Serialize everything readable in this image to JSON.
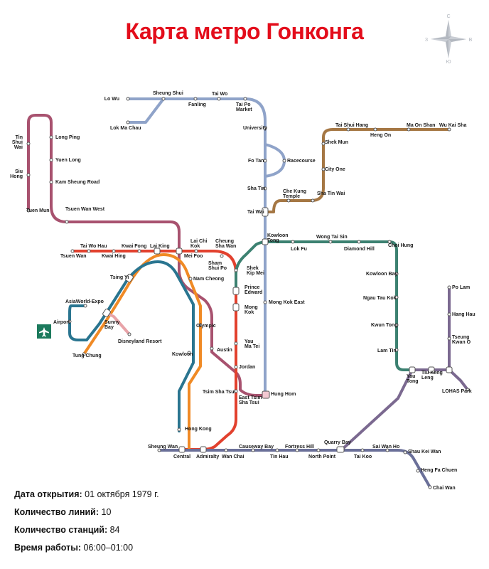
{
  "title": "Карта метро Гонконга",
  "compass": {
    "n": "С",
    "s": "Ю",
    "w": "З",
    "e": "В"
  },
  "colors": {
    "east_rail": "#8fa3c9",
    "tuen_ma": "#a8526f",
    "tsuen_wan": "#e2412e",
    "kwun_tong": "#3c8171",
    "tung_chung": "#f08a25",
    "airport_express": "#2a7590",
    "island": "#6b7099",
    "tseung_kwan_o": "#7b6990",
    "tuen_ma_east": "#a57744",
    "disneyland": "#e8a3a8",
    "airport_icon": "#1c7a5d"
  },
  "stations": {
    "lo_wu": "Lo Wu",
    "sheung_shui": "Sheung Shui",
    "fanling": "Fanling",
    "tai_wo": "Tai Wo",
    "tai_po_market": "Tai Po\nMarket",
    "lok_ma_chau": "Lok Ma Chau",
    "university": "University",
    "fo_tan": "Fo Tan",
    "racecourse": "Racecourse",
    "sha_tin": "Sha Tin",
    "tai_wai": "Tai Wai",
    "che_kung_temple": "Che Kung\nTemple",
    "sha_tin_wai": "Sha Tin Wai",
    "city_one": "City One",
    "shek_mun": "Shek Mun",
    "tai_shui_hang": "Tai Shui Hang",
    "heng_on": "Heng On",
    "ma_on_shan": "Ma On Shan",
    "wu_kai_sha": "Wu Kai Sha",
    "tin_shui_wai": "Tin\nShui\nWai",
    "long_ping": "Long Ping",
    "yuen_long": "Yuen Long",
    "siu_hong": "Siu\nHong",
    "kam_sheung_road": "Kam Sheung Road",
    "tuen_mun": "Tuen Mun",
    "tsuen_wan_west": "Tsuen Wan West",
    "tsuen_wan": "Tsuen Wan",
    "tai_wo_hau": "Tai Wo Hau",
    "kwai_hing": "Kwai Hing",
    "kwai_fong": "Kwai Fong",
    "lai_king": "Lai King",
    "lai_chi_kok": "Lai Chi\nKok",
    "mei_foo": "Mei Foo",
    "cheung_sha_wan": "Cheung\nSha Wan",
    "sham_shui_po": "Sham\nShui Po",
    "kowloon_tong": "Kowloon\nTong",
    "lok_fu": "Lok Fu",
    "wong_tai_sin": "Wong Tai Sin",
    "diamond_hill": "Diamond Hill",
    "choi_hung": "Choi Hung",
    "shek_kip_mei": "Shek\nKip Mei",
    "prince_edward": "Prince\nEdward",
    "mong_kok": "Mong\nKok",
    "mong_kok_east": "Mong Kok East",
    "yau_ma_tei": "Yau\nMa Tei",
    "jordan": "Jordan",
    "tsim_sha_tsui": "Tsim Sha Tsui",
    "east_tsim_sha_tsui": "East Tsim\nSha Tsui",
    "hung_hom": "Hung Hom",
    "austin": "Austin",
    "olympic": "Olympic",
    "nam_cheong": "Nam  Cheong",
    "kowloon": "Kowloon",
    "hong_kong": "Hong Kong",
    "tsing_yi": "Tsing Yi",
    "sunny_bay": "Sunny\nBay",
    "disneyland_resort": "Disneyland Resort",
    "asiaworld_expo": "AsiaWorld-Expo",
    "airport": "Airport",
    "tung_chung": "Tung Chung",
    "kowloon_bay": "Kowloon Bay",
    "ngau_tau_kok": "Ngau Tau Kok",
    "kwun_tong": "Kwun Tong",
    "lam_tin": "Lam Tin",
    "yau_tong": "Yau\nTong",
    "tiu_keng_leng": "Tiu Keng\nLeng",
    "po_lam": "Po Lam",
    "hang_hau": "Hang Hau",
    "tseung_kwan_o": "Tseung\nKwan O",
    "lohas_park": "LOHAS Park",
    "sheung_wan": "Sheung Wan",
    "central": "Central",
    "admiralty": "Admiralty",
    "wan_chai": "Wan Chai",
    "causeway_bay": "Causeway Bay",
    "tin_hau": "Tin Hau",
    "fortress_hill": "Fortress Hill",
    "north_point": "North Point",
    "quarry_bay": "Quarry Bay",
    "tai_koo": "Tai Koo",
    "sai_wan_ho": "Sai Wan Ho",
    "shau_kei_wan": "Shau Kei Wan",
    "heng_fa_chuen": "Heng Fa Chuen",
    "chai_wan": "Chai Wan"
  },
  "info": {
    "opened_label": "Дата открытия:",
    "opened_value": " 01 октября 1979 г.",
    "lines_label": "Количество линий:",
    "lines_value": " 10",
    "stations_label": "Количество станций:",
    "stations_value": " 84",
    "hours_label": "Время работы:",
    "hours_value": " 06:00–01:00"
  }
}
